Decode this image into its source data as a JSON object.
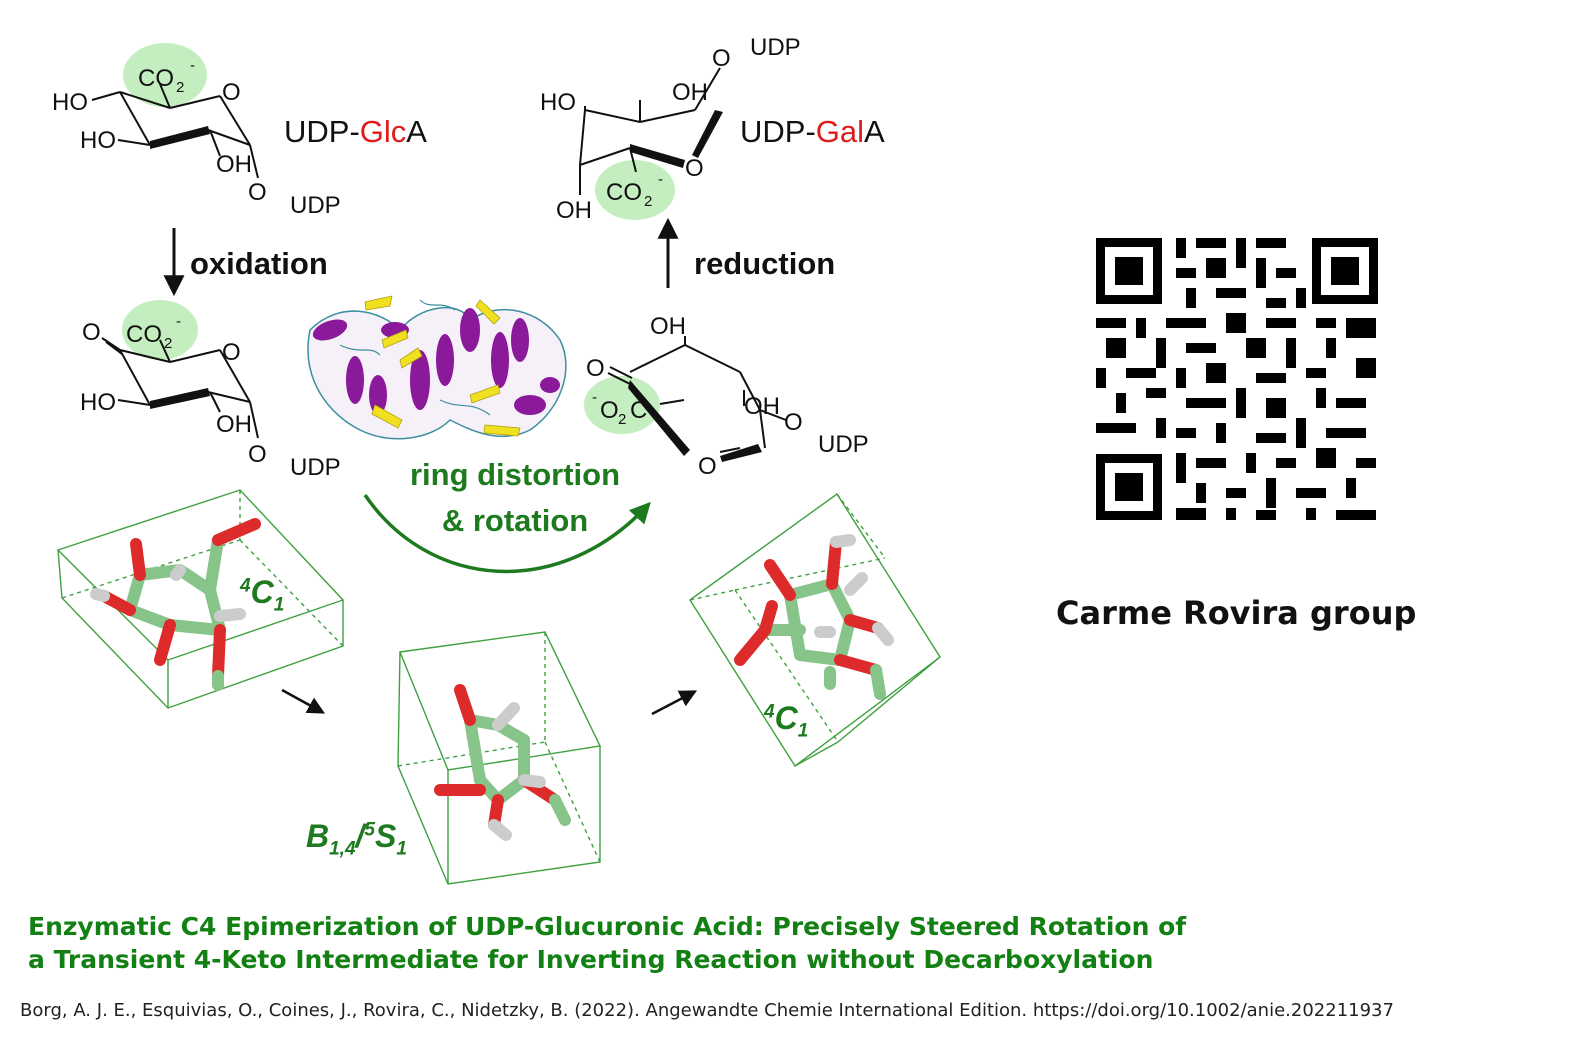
{
  "molecules": {
    "glca": {
      "prefix": "UDP-",
      "highlight": "Glc",
      "suffix": "A"
    },
    "gala": {
      "prefix": "UDP-",
      "highlight": "Gal",
      "suffix": "A"
    }
  },
  "atoms": {
    "ho": "HO",
    "oh": "OH",
    "o": "O",
    "udp": "UDP",
    "co2": "CO",
    "o2c": "O",
    "c": "C",
    "sub2": "2",
    "minus": "-"
  },
  "steps": {
    "oxidation": "oxidation",
    "reduction": "reduction",
    "distortion_line1": "ring distortion",
    "distortion_line2": "& rotation"
  },
  "conformations": {
    "c1_left": {
      "sup": "4",
      "base": "C",
      "sub": "1"
    },
    "c1_right": {
      "sup": "4",
      "base": "C",
      "sub": "1"
    },
    "b14": {
      "base": "B",
      "sub": "1,4",
      "sep": "/",
      "sup": "5",
      "base2": "S",
      "sub2": "1"
    }
  },
  "group_name": "Carme Rovira group",
  "title": {
    "line1": "Enzymatic C4 Epimerization of UDP-Glucuronic Acid: Precisely Steered Rotation of",
    "line2": "a Transient 4-Keto Intermediate for Inverting Reaction without Decarboxylation"
  },
  "citation": "Borg, A. J. E., Esquivias, O., Coines, J., Rovira, C., Nidetzky, B. (2022). Angewandte Chemie International Edition. https://doi.org/10.1002/anie.202211937",
  "colors": {
    "highlight_circle": "#c5eec0",
    "accent_green": "#1e7a1e",
    "title_green": "#128012",
    "epimer_red": "#e01b1b",
    "stick_green": "#86c48a",
    "stick_red": "#dd2a2a",
    "helix_purple": "#8a1a9a",
    "sheet_yellow": "#f0e020"
  },
  "icons": {
    "qr": "qr-code-icon"
  }
}
